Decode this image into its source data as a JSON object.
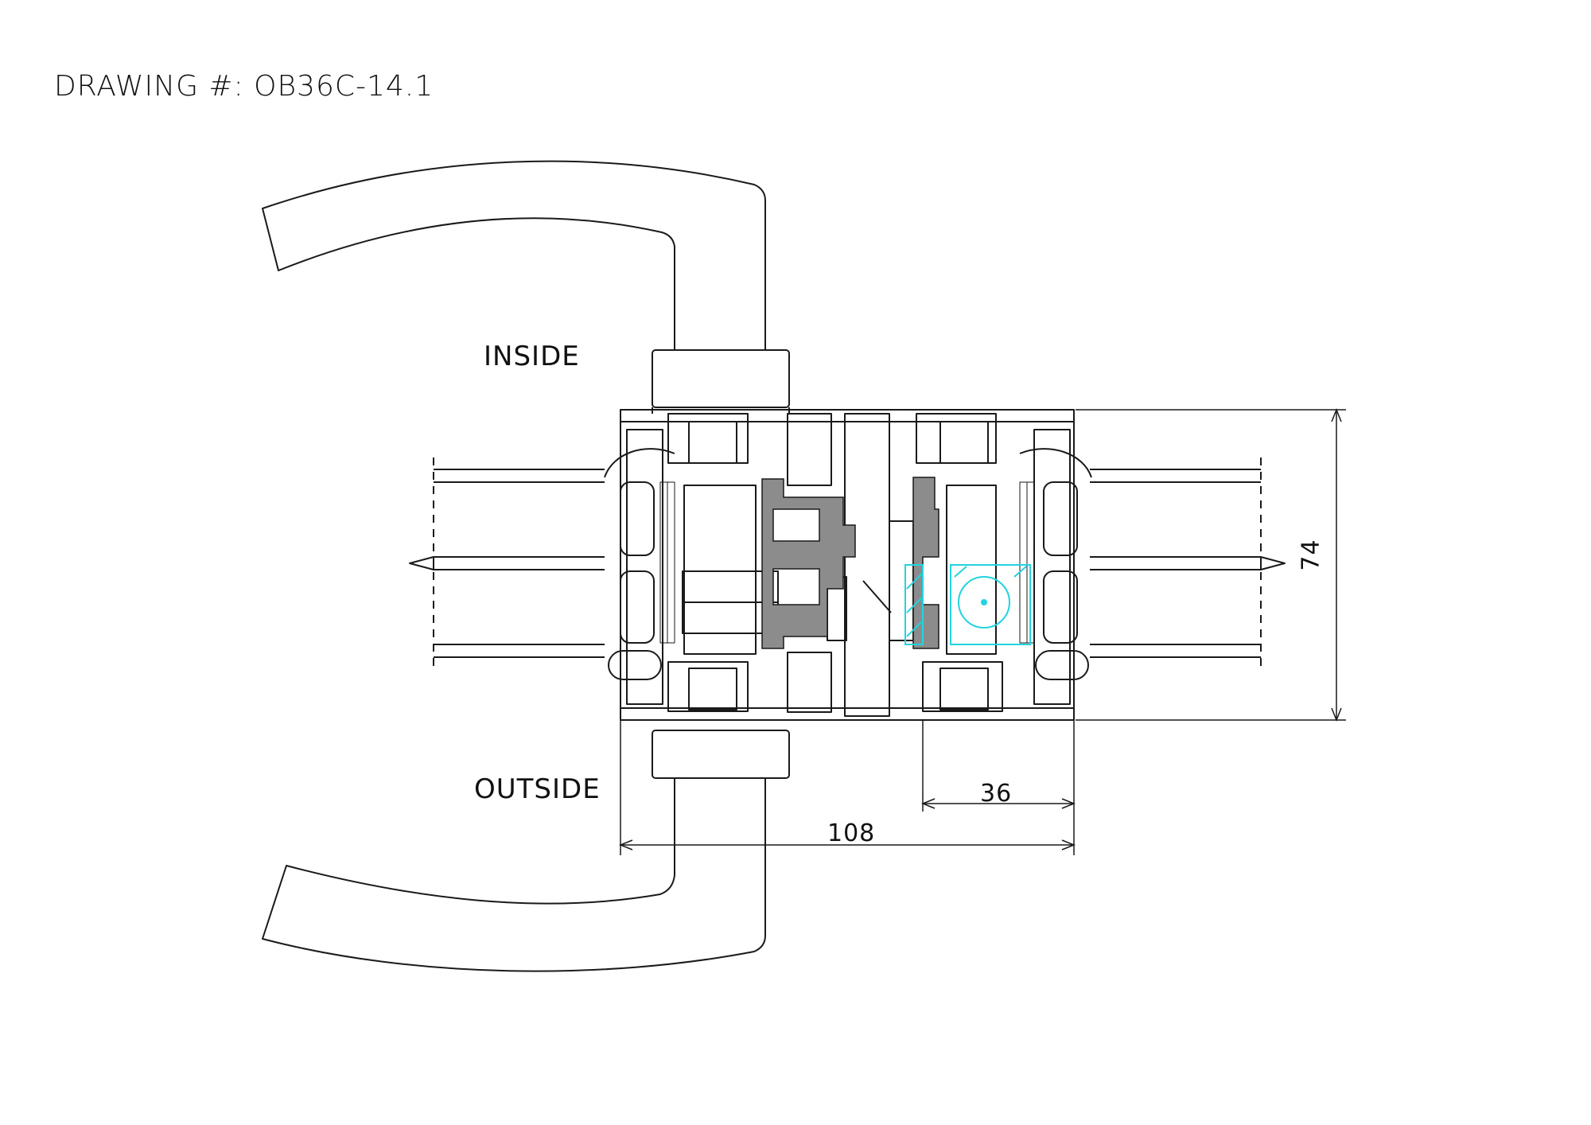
{
  "header": {
    "drawing_number": "DRAWING #: OB36C-14.1"
  },
  "labels": {
    "inside": "INSIDE",
    "outside": "OUTSIDE"
  },
  "dimensions": {
    "height": "74",
    "sash_width": "36",
    "overall_width": "108"
  },
  "colors": {
    "line": "#1a1a1a",
    "profile_fill": "#8c8c8c",
    "highlight": "#22d3e0"
  },
  "icons": [
    "door-handle-inside-icon",
    "door-handle-outside-icon"
  ]
}
